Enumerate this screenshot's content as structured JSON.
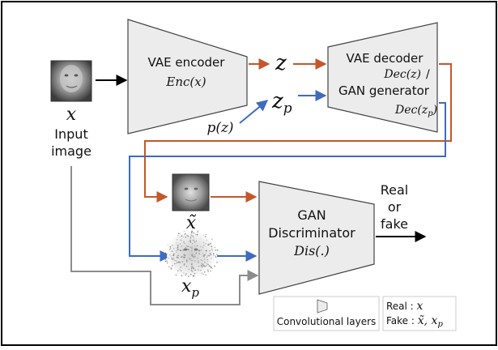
{
  "input": {
    "symbol": "x",
    "label_line1": "Input",
    "label_line2": "image"
  },
  "encoder": {
    "title": "VAE encoder",
    "func": "Enc(x)"
  },
  "latent": {
    "z": "z",
    "zp_base": "z",
    "zp_sub": "p",
    "prior": "p(z)"
  },
  "decoder": {
    "title": "VAE decoder",
    "func1": "Dec(z)",
    "slash": "/",
    "title2": "GAN generator",
    "func2_base": "Dec(z",
    "func2_sub": "p",
    "func2_close": ")"
  },
  "recon": {
    "symbol": "x̃"
  },
  "sample": {
    "base": "x",
    "sub": "p"
  },
  "discriminator": {
    "title1": "GAN",
    "title2": "Discriminator",
    "func": "Dis(.)"
  },
  "output": {
    "line1": "Real",
    "line2": "or",
    "line3": "fake"
  },
  "legend": {
    "conv_label": "Convolutional layers",
    "real_prefix": "Real : ",
    "real_value": "x",
    "fake_prefix": "Fake : ",
    "fake_value": "x̃, x",
    "fake_sub": "p"
  },
  "colors": {
    "orange": "#c5572a",
    "blue": "#3f6bbf",
    "gray": "#8c8c8c",
    "box_fill": "#ececec",
    "box_stroke": "#444444"
  }
}
